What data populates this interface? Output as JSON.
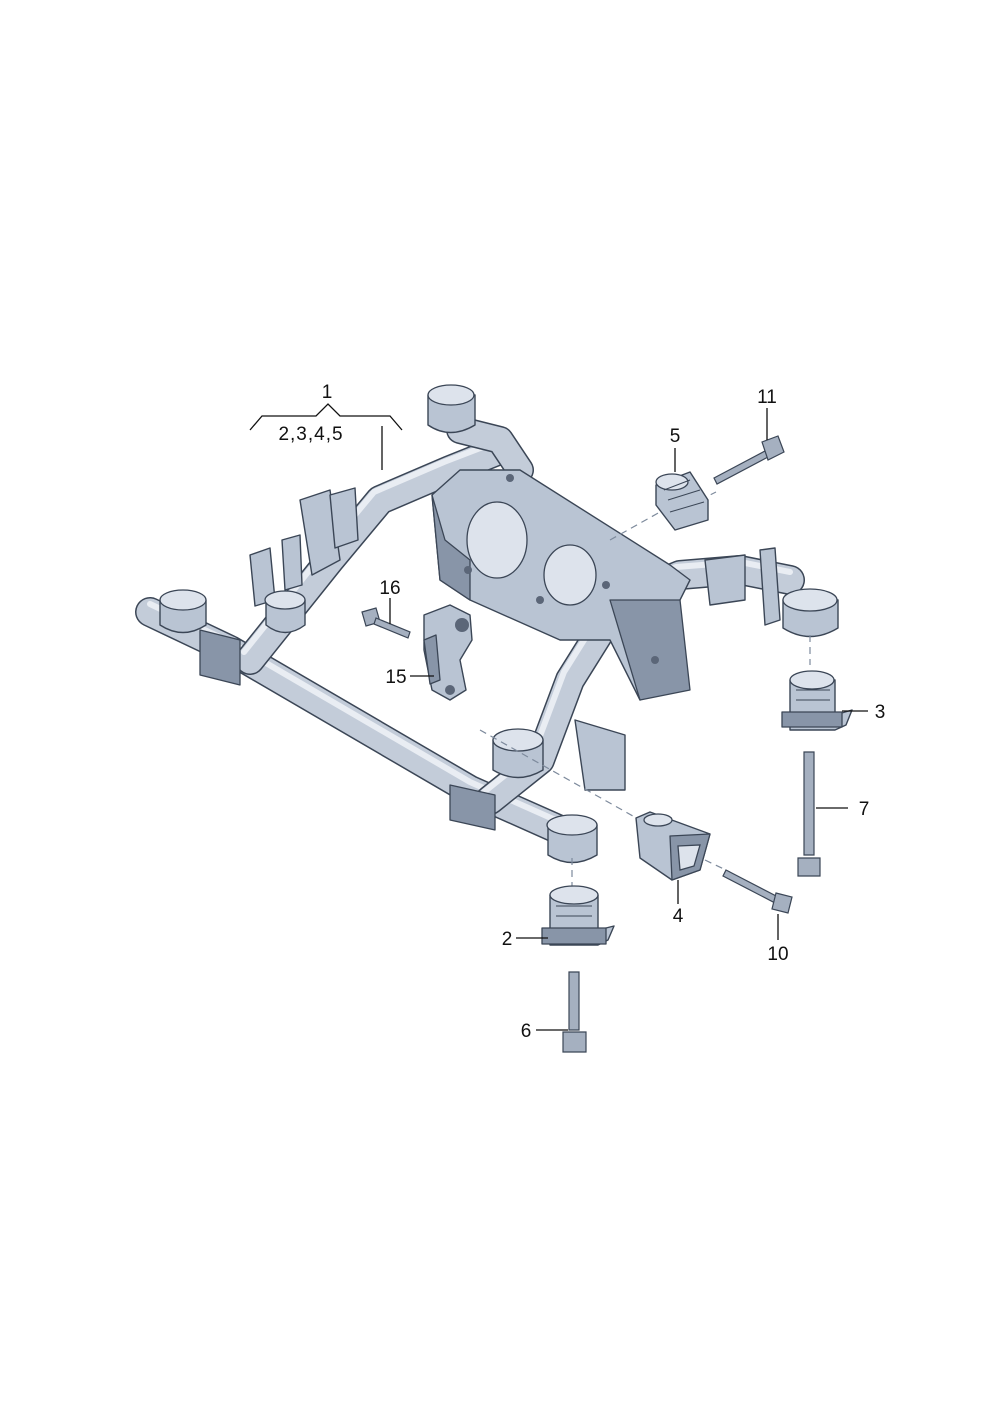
{
  "diagram": {
    "group_label": "1",
    "group_sub_label": "2,3,4,5",
    "parts": [
      {
        "id": "2"
      },
      {
        "id": "3"
      },
      {
        "id": "4"
      },
      {
        "id": "5"
      },
      {
        "id": "6"
      },
      {
        "id": "7"
      },
      {
        "id": "10"
      },
      {
        "id": "11"
      },
      {
        "id": "15"
      },
      {
        "id": "16"
      }
    ]
  }
}
